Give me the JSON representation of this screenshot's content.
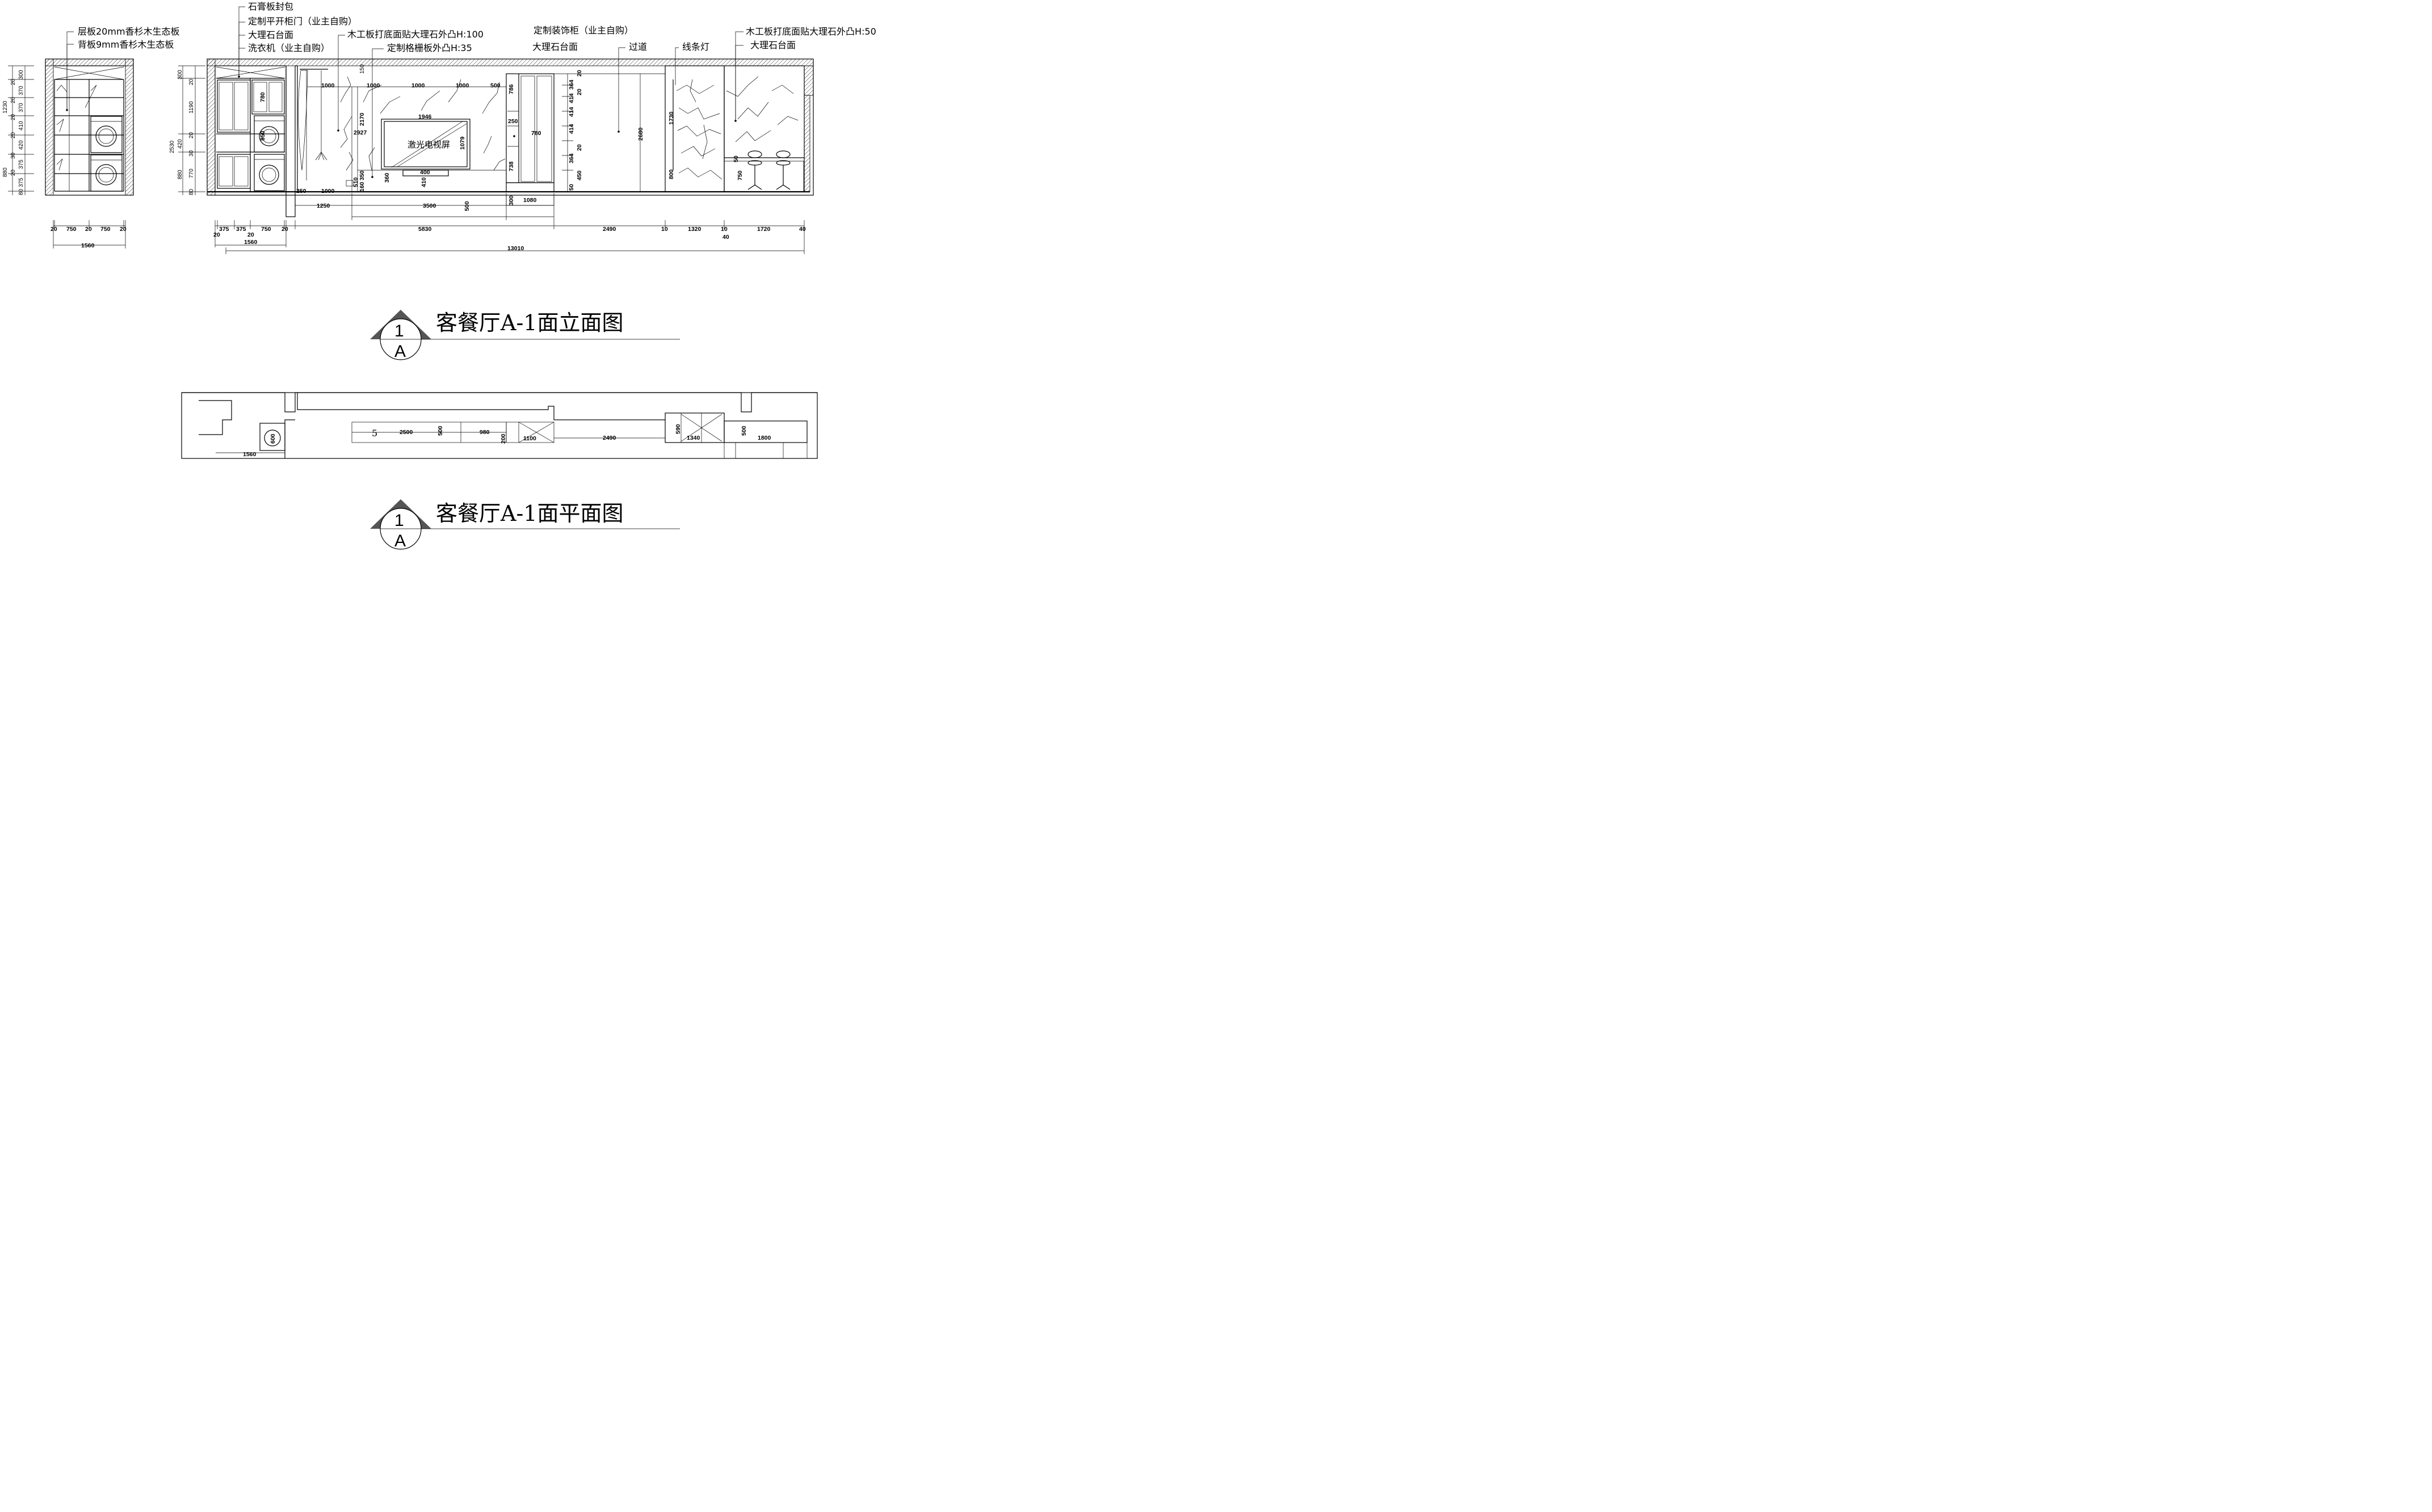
{
  "labels": {
    "shelf_board": "层板20mm香杉木生态板",
    "back_board": "背板9mm香杉木生态板",
    "gypsum_wrap": "石膏板封包",
    "custom_door": "定制平开柜门（业主自购）",
    "marble_top_left": "大理石台面",
    "washer": "洗衣机（业主自购）",
    "wood_marble_100": "木工板打底面贴大理石外凸H:100",
    "grille_35": "定制格栅板外凸H:35",
    "deco_cabinet": "定制装饰柜（业主自购）",
    "marble_top_mid": "大理石台面",
    "corridor": "过道",
    "line_light": "线条灯",
    "wood_marble_50": "木工板打底面贴大理石外凸H:50",
    "marble_top_right": "大理石台面",
    "tv_screen": "激光电视屏"
  },
  "elevation_title": "客餐厅A-1面立面图",
  "plan_title": "客餐厅A-1面平面图",
  "bubble": {
    "number": "1",
    "letter": "A"
  },
  "dims": {
    "left_elev": {
      "v_left": [
        "1230",
        "880"
      ],
      "v_mid": [
        "300",
        "20",
        "370",
        "20",
        "370",
        "20",
        "410",
        "20",
        "420",
        "30",
        "375",
        "20",
        "375",
        "80"
      ],
      "v_mid_extra": [
        "20",
        "20"
      ],
      "bottom": [
        "20",
        "750",
        "20",
        "750",
        "20"
      ],
      "total": "1560"
    },
    "main_elev": {
      "v_left": [
        "2530"
      ],
      "v_mid": [
        "300",
        "20",
        "1190",
        "20",
        "420",
        "30",
        "880",
        "770",
        "80"
      ],
      "cabinet": [
        "780",
        "850"
      ],
      "wall_top": [
        "1000",
        "1000",
        "1000",
        "1000",
        "500"
      ],
      "wall_misc": [
        "150",
        "2170",
        "2927",
        "1946",
        "1079",
        "400",
        "510",
        "160",
        "350",
        "360",
        "410",
        "250",
        "1000"
      ],
      "deco_cab": [
        "786",
        "250",
        "780",
        "738"
      ],
      "corridor_v": [
        "20",
        "364",
        "414",
        "20",
        "414",
        "414",
        "20",
        "364",
        "450",
        "50"
      ],
      "right_v": [
        "2680",
        "1730",
        "800",
        "50",
        "750"
      ],
      "under": [
        "1250",
        "3500",
        "500",
        "300",
        "1080"
      ],
      "bottom_row": [
        "20",
        "375",
        "375",
        "750",
        "20",
        "5830",
        "2490",
        "10",
        "1320",
        "10",
        "1720",
        "40"
      ],
      "bottom_row2": [
        "20",
        "20",
        "40"
      ],
      "sub_total": "1560",
      "total": "13010"
    },
    "plan": [
      "5",
      "2500",
      "500",
      "980",
      "200",
      "1100",
      "2490",
      "590",
      "1340",
      "500",
      "1800",
      "600",
      "1560"
    ]
  },
  "colors": {
    "line": "#000000",
    "bubble_fill": "#555555"
  },
  "icons": [
    "washing-machine-icon",
    "bar-stool-icon",
    "pendant-lamp-icon"
  ]
}
